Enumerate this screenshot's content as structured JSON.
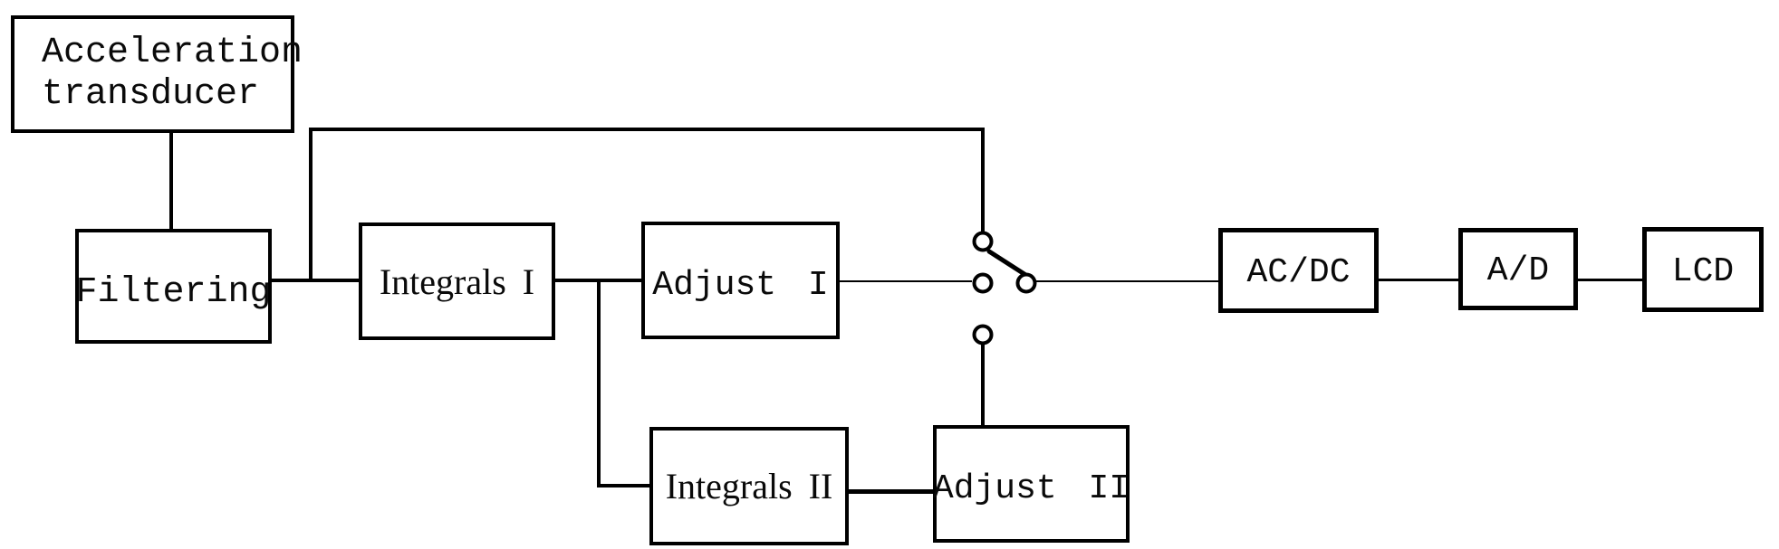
{
  "diagram": {
    "background_color": "#ffffff",
    "stroke_color": "#000000",
    "nodes": {
      "accel": {
        "line1": "Acceleration",
        "line2": "transducer"
      },
      "filtering": {
        "label": "Filtering"
      },
      "integrals1": {
        "label": "Integrals I"
      },
      "adjust1": {
        "label": "Adjust I"
      },
      "integrals2": {
        "label": "Integrals II"
      },
      "adjust2": {
        "label": "Adjust II"
      },
      "acdc": {
        "label": "AC/DC"
      },
      "ad": {
        "label": "A/D"
      },
      "lcd": {
        "label": "LCD"
      }
    },
    "switch": {
      "type": "selector-switch",
      "terminals": [
        "top (bypass from Filtering)",
        "middle-left (from Adjust I)",
        "bottom (from Adjust II)",
        "middle-right (to AC/DC)"
      ],
      "blade_position": "top terminal connected to middle-right terminal"
    },
    "connections": [
      {
        "from": "Acceleration transducer",
        "to": "Filtering"
      },
      {
        "from": "Filtering",
        "to": "Integrals I"
      },
      {
        "from": "Filtering",
        "to": "switch top terminal (bypass wire)"
      },
      {
        "from": "Integrals I",
        "to": "Adjust I"
      },
      {
        "from": "Integrals I",
        "to": "Integrals II"
      },
      {
        "from": "Integrals II",
        "to": "Adjust II"
      },
      {
        "from": "Adjust I",
        "to": "switch middle-left terminal"
      },
      {
        "from": "Adjust II",
        "to": "switch bottom terminal"
      },
      {
        "from": "switch middle-right terminal",
        "to": "AC/DC"
      },
      {
        "from": "AC/DC",
        "to": "A/D"
      },
      {
        "from": "A/D",
        "to": "LCD"
      }
    ]
  }
}
